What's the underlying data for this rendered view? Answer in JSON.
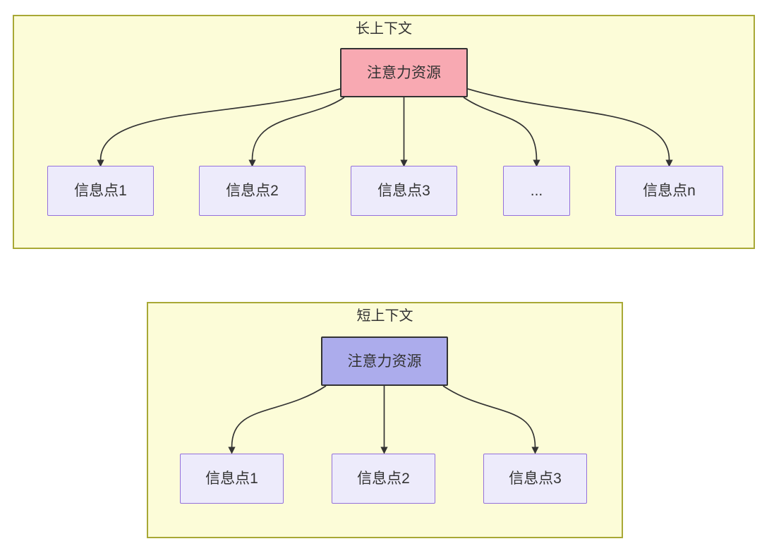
{
  "colors": {
    "page_bg": "#ffffff",
    "panel_bg": "#fcfcd8",
    "panel_border": "#a8a835",
    "attention_long_bg": "#f8a9b2",
    "attention_short_bg": "#acacec",
    "attention_border": "#333333",
    "info_bg": "#edebfb",
    "info_border": "#9370db",
    "arrow": "#333333",
    "text": "#333333"
  },
  "long_context": {
    "title": "长上下文",
    "attention": "注意力资源",
    "info_points": [
      "信息点1",
      "信息点2",
      "信息点3",
      "...",
      "信息点n"
    ]
  },
  "short_context": {
    "title": "短上下文",
    "attention": "注意力资源",
    "info_points": [
      "信息点1",
      "信息点2",
      "信息点3"
    ]
  }
}
